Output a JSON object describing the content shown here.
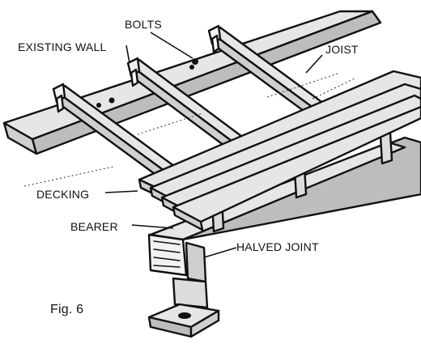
{
  "labels": {
    "bolts": "BOLTS",
    "existing_wall": "EXISTING WALL",
    "joist": "JOIST",
    "decking": "DECKING",
    "bearer": "BEARER",
    "halved_joint": "HALVED JOINT"
  },
  "caption": "Fig. 6",
  "colors": {
    "ink": "#111111",
    "timber": "#e6e6e6",
    "shade": "#bdbdbd",
    "paper": "#ffffff"
  }
}
